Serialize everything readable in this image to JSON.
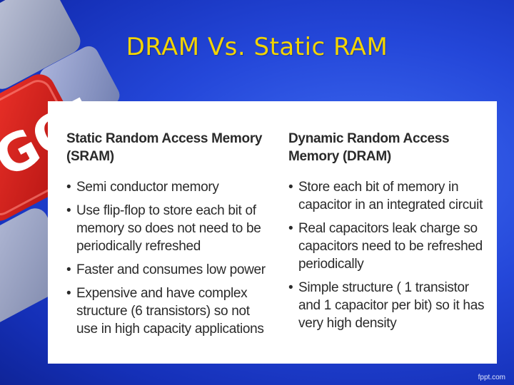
{
  "slide": {
    "title": "DRAM  Vs. Static RAM",
    "accent_title_color": "#f2d400",
    "background_color": "#2447d9"
  },
  "decor": {
    "key_text": "GO!",
    "icon": "keyboard-go-key"
  },
  "columns": [
    {
      "heading": "Static Random Access Memory (SRAM)",
      "bullets": [
        "Semi conductor memory",
        "Use flip-flop to store each bit of memory so does not need to be periodically refreshed",
        "Faster and consumes low power",
        "Expensive and have complex structure (6 transistors) so not use in high capacity applications"
      ]
    },
    {
      "heading": "Dynamic Random Access Memory (DRAM)",
      "bullets": [
        "Store each bit of memory in capacitor in an integrated circuit",
        "Real capacitors leak charge so capacitors need to be refreshed periodically",
        "Simple structure ( 1 transistor and 1 capacitor per bit) so it has very high density"
      ]
    }
  ],
  "footer": {
    "brand": "fppt.com"
  }
}
